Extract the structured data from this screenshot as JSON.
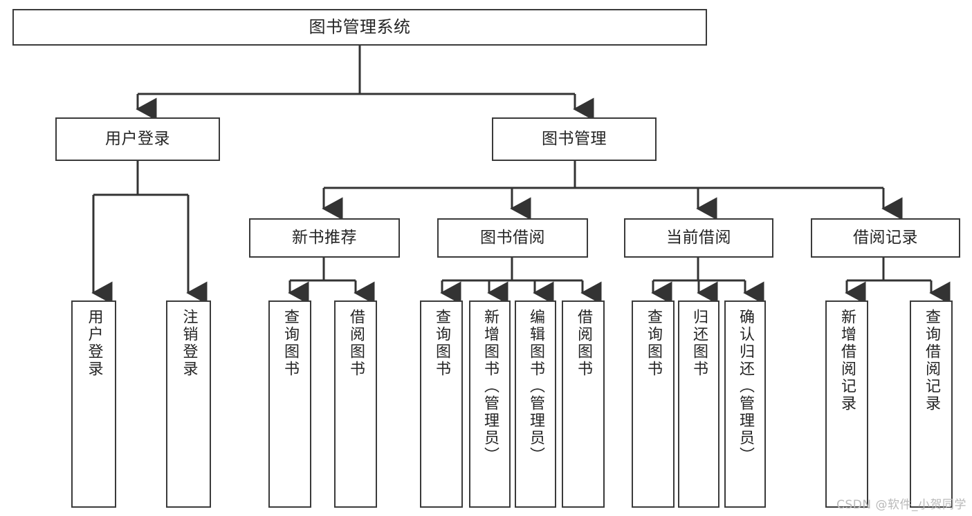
{
  "diagram": {
    "title": "图书管理系统",
    "type": "tree",
    "orientation": "top-down",
    "colors": {
      "node_border": "#3a3a3a",
      "node_fill": "#ffffff",
      "edge": "#333333",
      "text": "#242424",
      "watermark": "#b9b9b9",
      "background": "#ffffff"
    },
    "watermark": "CSDN @软件_小贺同学"
  },
  "nodes": {
    "root": {
      "label": "图书管理系统",
      "level": 1
    },
    "level2": [
      {
        "id": "user-login",
        "label": "用户登录"
      },
      {
        "id": "book-manage",
        "label": "图书管理"
      }
    ],
    "level3": [
      {
        "id": "new-book-recommend",
        "label": "新书推荐",
        "parent": "book-manage"
      },
      {
        "id": "book-borrow",
        "label": "图书借阅",
        "parent": "book-manage"
      },
      {
        "id": "current-borrow",
        "label": "当前借阅",
        "parent": "book-manage"
      },
      {
        "id": "borrow-record",
        "label": "借阅记录",
        "parent": "book-manage"
      }
    ],
    "leaves": [
      {
        "id": "leaf-user-login",
        "label": "用户登录",
        "parent": "user-login"
      },
      {
        "id": "leaf-logout",
        "label": "注销登录",
        "parent": "user-login"
      },
      {
        "id": "leaf-query-book-1",
        "label": "查询图书",
        "parent": "new-book-recommend"
      },
      {
        "id": "leaf-borrow-book-1",
        "label": "借阅图书",
        "parent": "new-book-recommend"
      },
      {
        "id": "leaf-query-book-2",
        "label": "查询图书",
        "parent": "book-borrow"
      },
      {
        "id": "leaf-add-book",
        "label": "新增图书（管理员）",
        "parent": "book-borrow"
      },
      {
        "id": "leaf-edit-book",
        "label": "编辑图书（管理员）",
        "parent": "book-borrow"
      },
      {
        "id": "leaf-borrow-book-2",
        "label": "借阅图书",
        "parent": "book-borrow"
      },
      {
        "id": "leaf-query-book-3",
        "label": "查询图书",
        "parent": "current-borrow"
      },
      {
        "id": "leaf-return-book",
        "label": "归还图书",
        "parent": "current-borrow"
      },
      {
        "id": "leaf-confirm-return",
        "label": "确认归还（管理员）",
        "parent": "current-borrow"
      },
      {
        "id": "leaf-add-record",
        "label": "新增借阅记录",
        "parent": "borrow-record"
      },
      {
        "id": "leaf-query-record",
        "label": "查询借阅记录",
        "parent": "borrow-record"
      }
    ]
  }
}
